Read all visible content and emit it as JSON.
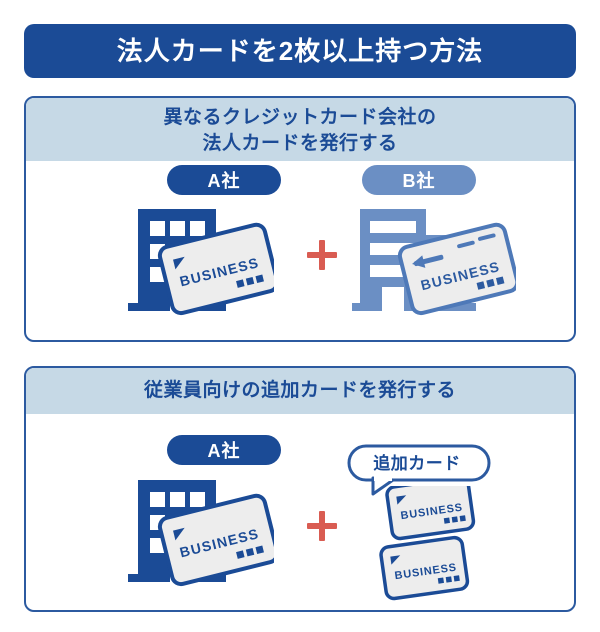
{
  "title": {
    "text": "法人カードを2枚以上持つ方法",
    "bg_color": "#1B4B96",
    "text_color": "#FFFFFF"
  },
  "colors": {
    "brand_blue": "#1B4B96",
    "border_blue": "#2C5AA0",
    "light_blue_header": "#C6D9E6",
    "secondary_blue": "#6B8FC4",
    "plus_red": "#D95C52",
    "card_fill": "#EDEDED",
    "page_bg": "#FFFFFF"
  },
  "sections": [
    {
      "id": "different-card-companies",
      "header_lines": [
        "異なるクレジットカード会社の",
        "法人カードを発行する"
      ],
      "items": [
        {
          "badge_label": "A社",
          "badge_style": "primary",
          "building_style": "dark",
          "cards": [
            {
              "label": "BUSINESS"
            }
          ]
        },
        {
          "badge_label": "B社",
          "badge_style": "secondary",
          "building_style": "light",
          "cards": [
            {
              "label": "BUSINESS"
            }
          ]
        }
      ],
      "operator": "+"
    },
    {
      "id": "additional-employee-cards",
      "header_lines": [
        "従業員向けの追加カードを発行する"
      ],
      "items": [
        {
          "badge_label": "A社",
          "badge_style": "primary",
          "building_style": "dark",
          "cards": [
            {
              "label": "BUSINESS"
            }
          ]
        },
        {
          "bubble_label": "追加カード",
          "cards": [
            {
              "label": "BUSINESS"
            },
            {
              "label": "BUSINESS"
            }
          ]
        }
      ],
      "operator": "+"
    }
  ]
}
